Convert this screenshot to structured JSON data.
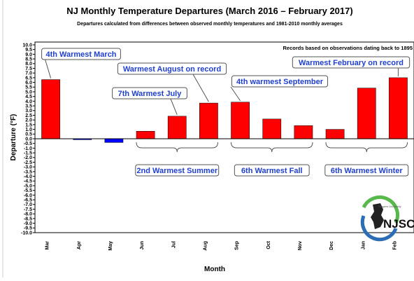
{
  "chart_data": {
    "type": "bar",
    "title": "NJ Monthly Temperature Departures (March 2016 – February 2017)",
    "subtitle": "Departures calculated from differences between observed monthly temperatures and 1981-2010 monthly averages",
    "note": "Records based on observations dating back to 1895",
    "xlabel": "Month",
    "ylabel": "Departure (°F)",
    "ylim": [
      -10,
      10
    ],
    "ytick_step": 0.5,
    "grid": false,
    "categories": [
      "Mar",
      "Apr",
      "May",
      "Jun",
      "Jul",
      "Aug",
      "Sep",
      "Oct",
      "Nov",
      "Dec",
      "Jan",
      "Feb"
    ],
    "values": [
      6.3,
      -0.1,
      -0.4,
      0.8,
      2.4,
      3.8,
      3.9,
      2.1,
      1.4,
      1.0,
      5.4,
      6.5
    ],
    "colors": {
      "positive": "#ff0000",
      "negative": "#0000ff",
      "annotation_text": "#1f3fd1"
    },
    "annotations": [
      {
        "text": "4th Warmest March",
        "target": "Mar"
      },
      {
        "text": "7th Warmest July",
        "target": "Jul"
      },
      {
        "text": "Warmest August on record",
        "target": "Aug"
      },
      {
        "text": "4th warmest September",
        "target": "Sep"
      },
      {
        "text": "Warmest February on record",
        "target": "Feb"
      },
      {
        "text": "2nd Warmest Summer",
        "span": [
          "Jun",
          "Aug"
        ]
      },
      {
        "text": "6th Warmest Fall",
        "span": [
          "Sep",
          "Nov"
        ]
      },
      {
        "text": "6th Warmest Winter",
        "span": [
          "Dec",
          "Feb"
        ]
      }
    ],
    "logo": {
      "text": "NJSC",
      "small_text": "Rutgers University",
      "icon": "new-jersey-state-icon"
    }
  }
}
